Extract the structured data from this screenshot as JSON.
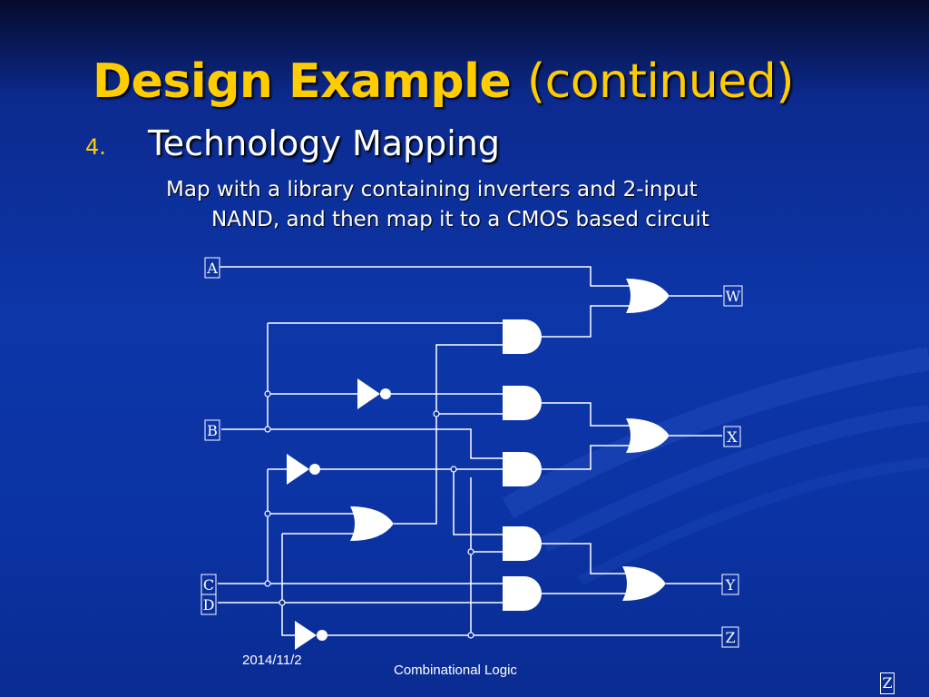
{
  "slide": {
    "title_main": "Design Example",
    "title_paren": "(continued)",
    "list_number": "4.",
    "heading": "Technology Mapping",
    "body_line1": "Map with a library containing inverters and 2-input",
    "body_line2": "NAND, and then map it to a CMOS based circuit"
  },
  "circuit": {
    "labels": {
      "A": "A",
      "B": "B",
      "C": "C",
      "D": "D",
      "W": "W",
      "X": "X",
      "Y": "Y",
      "Z": "Z"
    }
  },
  "footer": {
    "date": "2014/11/2",
    "title": "Combinational Logic",
    "corner_mark": "Z"
  },
  "colors": {
    "title": "#ffcc00",
    "text": "#ffffff",
    "background": "#0c33a3"
  }
}
